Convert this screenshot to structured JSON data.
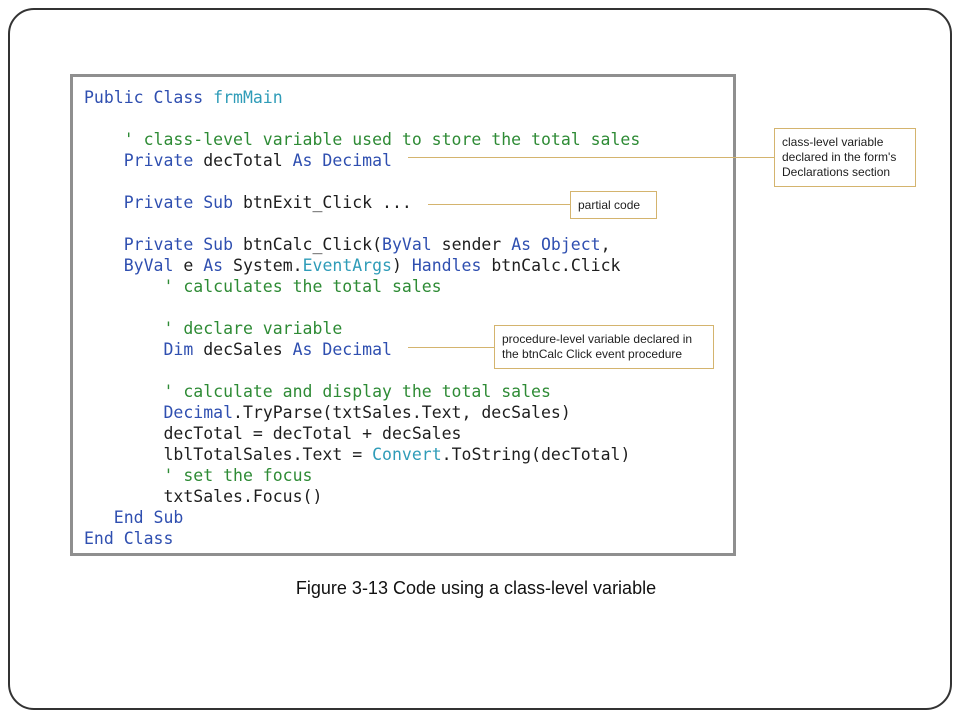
{
  "code": {
    "lines": [
      [
        {
          "t": "kw",
          "s": "Public Class "
        },
        {
          "t": "type",
          "s": "frmMain"
        }
      ],
      [],
      [
        {
          "t": "comment",
          "s": "    ' class-level variable used to store the total sales"
        }
      ],
      [
        {
          "t": "kw",
          "s": "    Private "
        },
        {
          "t": "plain",
          "s": "decTotal "
        },
        {
          "t": "kw",
          "s": "As Decimal"
        }
      ],
      [],
      [
        {
          "t": "kw",
          "s": "    Private Sub "
        },
        {
          "t": "plain",
          "s": "btnExit_Click ..."
        }
      ],
      [],
      [
        {
          "t": "kw",
          "s": "    Private Sub "
        },
        {
          "t": "plain",
          "s": "btnCalc_Click("
        },
        {
          "t": "kw",
          "s": "ByVal "
        },
        {
          "t": "plain",
          "s": "sender "
        },
        {
          "t": "kw",
          "s": "As Object"
        },
        {
          "t": "plain",
          "s": ","
        }
      ],
      [
        {
          "t": "kw",
          "s": "    ByVal "
        },
        {
          "t": "plain",
          "s": "e "
        },
        {
          "t": "kw",
          "s": "As "
        },
        {
          "t": "plain",
          "s": "System."
        },
        {
          "t": "type",
          "s": "EventArgs"
        },
        {
          "t": "plain",
          "s": ") "
        },
        {
          "t": "kw",
          "s": "Handles "
        },
        {
          "t": "plain",
          "s": "btnCalc.Click"
        }
      ],
      [
        {
          "t": "comment",
          "s": "        ' calculates the total sales"
        }
      ],
      [],
      [
        {
          "t": "comment",
          "s": "        ' declare variable"
        }
      ],
      [
        {
          "t": "kw",
          "s": "        Dim "
        },
        {
          "t": "plain",
          "s": "decSales "
        },
        {
          "t": "kw",
          "s": "As Decimal"
        }
      ],
      [],
      [
        {
          "t": "comment",
          "s": "        ' calculate and display the total sales"
        }
      ],
      [
        {
          "t": "kw",
          "s": "        Decimal"
        },
        {
          "t": "plain",
          "s": ".TryParse(txtSales.Text, decSales)"
        }
      ],
      [
        {
          "t": "plain",
          "s": "        decTotal = decTotal + decSales"
        }
      ],
      [
        {
          "t": "plain",
          "s": "        lblTotalSales.Text = "
        },
        {
          "t": "type",
          "s": "Convert"
        },
        {
          "t": "plain",
          "s": ".ToString(decTotal)"
        }
      ],
      [
        {
          "t": "comment",
          "s": "        ' set the focus"
        }
      ],
      [
        {
          "t": "plain",
          "s": "        txtSales.Focus()"
        }
      ],
      [
        {
          "t": "kw",
          "s": "   End Sub"
        }
      ],
      [
        {
          "t": "kw",
          "s": "End Class"
        }
      ]
    ]
  },
  "callouts": {
    "class_level": "class-level variable declared in the form's Declarations section",
    "partial_code": "partial code",
    "procedure_level": "procedure-level variable declared in the btnCalc Click event procedure"
  },
  "caption": "Figure 3-13 Code using a class-level variable",
  "colors": {
    "keyword": "#2f4fb0",
    "type": "#2f9cb8",
    "comment": "#2e8b35",
    "plain": "#1e1e1e",
    "callout_border": "#d4b46e",
    "code_border": "#8f8f8f"
  }
}
